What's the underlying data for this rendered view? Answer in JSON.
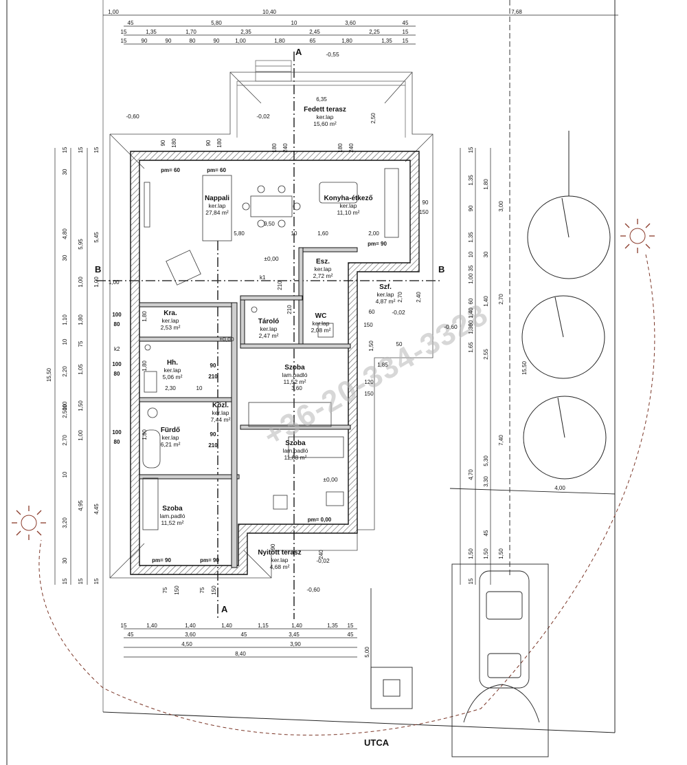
{
  "rooms": [
    {
      "name": "Fedett terasz",
      "floor": "ker.lap",
      "area": "15,60 m²"
    },
    {
      "name": "Nappali",
      "floor": "ker.lap",
      "area": "27,84 m²"
    },
    {
      "name": "Konyha-étkező",
      "floor": "ker.lap",
      "area": "11,10 m²"
    },
    {
      "name": "Esz.",
      "floor": "ker.lap",
      "area": "2,72 m²"
    },
    {
      "name": "Szf.",
      "floor": "ker.lap",
      "area": "4,87 m²"
    },
    {
      "name": "Kra.",
      "floor": "ker.lap",
      "area": "2,53 m²"
    },
    {
      "name": "Tároló",
      "floor": "ker.lap",
      "area": "2,47 m²"
    },
    {
      "name": "WC",
      "floor": "ker.lap",
      "area": "2,08 m²"
    },
    {
      "name": "Hh.",
      "floor": "ker.lap",
      "area": "5,06 m²"
    },
    {
      "name": "Szoba",
      "floor": "lam.padló",
      "area": "11,52 m²"
    },
    {
      "name": "Közl.",
      "floor": "ker.lap",
      "area": "7,44 m²"
    },
    {
      "name": "Fürdő",
      "floor": "ker.lap",
      "area": "6,21 m²"
    },
    {
      "name": "Szoba",
      "floor": "lam.padló",
      "area": "11,88 m²"
    },
    {
      "name": "Szoba",
      "floor": "lam.padló",
      "area": "11,52 m²"
    },
    {
      "name": "Nyitott terasz",
      "floor": "ker.lap",
      "area": "4,68 m²"
    }
  ],
  "top_dims": {
    "row1": [
      "1,00",
      "10,40",
      "7,68"
    ],
    "row2": [
      "45",
      "5,80",
      "10",
      "3,60",
      "45"
    ],
    "row3": [
      "15",
      "1,35",
      "1,70",
      "2,35",
      "2,45",
      "2,25",
      "15"
    ],
    "row4": [
      "15",
      "90",
      "90",
      "80",
      "90",
      "1,00",
      "1,80",
      "65",
      "1,80",
      "1,35",
      "15"
    ]
  },
  "bottom_dims": {
    "row1": [
      "15",
      "1,40",
      "1,40",
      "1,40",
      "1,15",
      "1,40",
      "1,35",
      "15"
    ],
    "row2": [
      "45",
      "3,60",
      "45",
      "3,45",
      "45"
    ],
    "row3": [
      "4,50",
      "3,90"
    ],
    "row4": [
      "8,40"
    ]
  },
  "left_dims": {
    "col1": [
      "15",
      "30",
      "4,80",
      "30",
      "1,10",
      "10",
      "2,20",
      "10",
      "2,50",
      "10",
      "2,70",
      "10",
      "3,20",
      "30",
      "15"
    ],
    "col2": [
      "15",
      "5,95",
      "1,00",
      "1,80",
      "75",
      "1,05",
      "1,50",
      "1,00",
      "4,95",
      "15"
    ],
    "col3": [
      "15",
      "5,45",
      "1,00",
      "4,45",
      "15"
    ],
    "total": "15,50"
  },
  "right_dims": {
    "col1": [
      "15",
      "1,35",
      "90",
      "1,35",
      "10",
      "35",
      "1,00",
      "60",
      "1,40",
      "60",
      "1,30",
      "1,65",
      "4,70",
      "1,50",
      "15"
    ],
    "col2": [
      "1,80",
      "30",
      "1,40",
      "2,55",
      "5,30",
      "3,30",
      "45",
      "1,50"
    ],
    "col3": [
      "3,00",
      "2,70",
      "7,40",
      "1,50"
    ],
    "total": "15,50",
    "parking": "4,00",
    "side": "5,00"
  },
  "interior_dims": [
    "5,80",
    "9,50",
    "10",
    "1,60",
    "2,00",
    "6,35",
    "2,50",
    "2,40",
    "3,60",
    "2,30",
    "10",
    "1,85",
    "1,50",
    "50",
    "2,70",
    "60",
    "150",
    "120",
    "150",
    "90",
    "150"
  ],
  "opening_labels": [
    "pm= 60",
    "pm= 60",
    "pm= 90",
    "pm= 90",
    "pm= 90",
    "pm= 0,00",
    "90",
    "180",
    "90",
    "180",
    "180",
    "240",
    "180",
    "240",
    "210",
    "100",
    "80",
    "1,80",
    "100",
    "80",
    "1,80",
    "100",
    "80",
    "1,80",
    "75",
    "150",
    "75",
    "150",
    "240",
    "90",
    "210",
    "90",
    "210",
    "90",
    "210"
  ],
  "levels": [
    "-0,60",
    "-0,55",
    "-0,02",
    "±0,00",
    "±0,00",
    "±0,00",
    "-0,02",
    "-0,60",
    "-0,02",
    "-0,60"
  ],
  "markers": {
    "section_a": "A",
    "section_b": "B",
    "k1": "k1",
    "k2": "k2",
    "one": "1,00"
  },
  "street": "UTCA",
  "watermark": "+36-20-334-3328"
}
